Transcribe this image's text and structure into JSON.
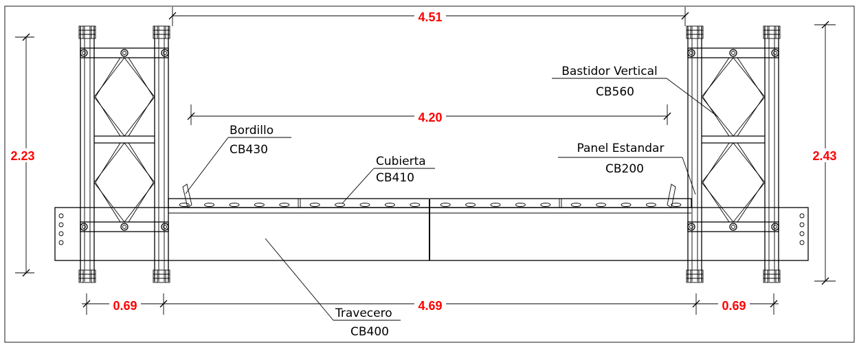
{
  "dimensions": {
    "top_span": "4.51",
    "deck_span": "4.20",
    "left_height": "2.23",
    "right_height": "2.43",
    "bottom_left": "0.69",
    "bottom_center": "4.69",
    "bottom_right": "0.69"
  },
  "labels": {
    "bastidor": {
      "name": "Bastidor Vertical",
      "code": "CB560"
    },
    "bordillo": {
      "name": "Bordillo",
      "code": "CB430"
    },
    "cubierta": {
      "name": "Cubierta",
      "code": "CB410"
    },
    "panel": {
      "name": "Panel Estandar",
      "code": "CB200"
    },
    "travecero": {
      "name": "Travecero",
      "code": "CB400"
    }
  },
  "colors": {
    "dimension": "#ff0000",
    "line": "#000000"
  }
}
